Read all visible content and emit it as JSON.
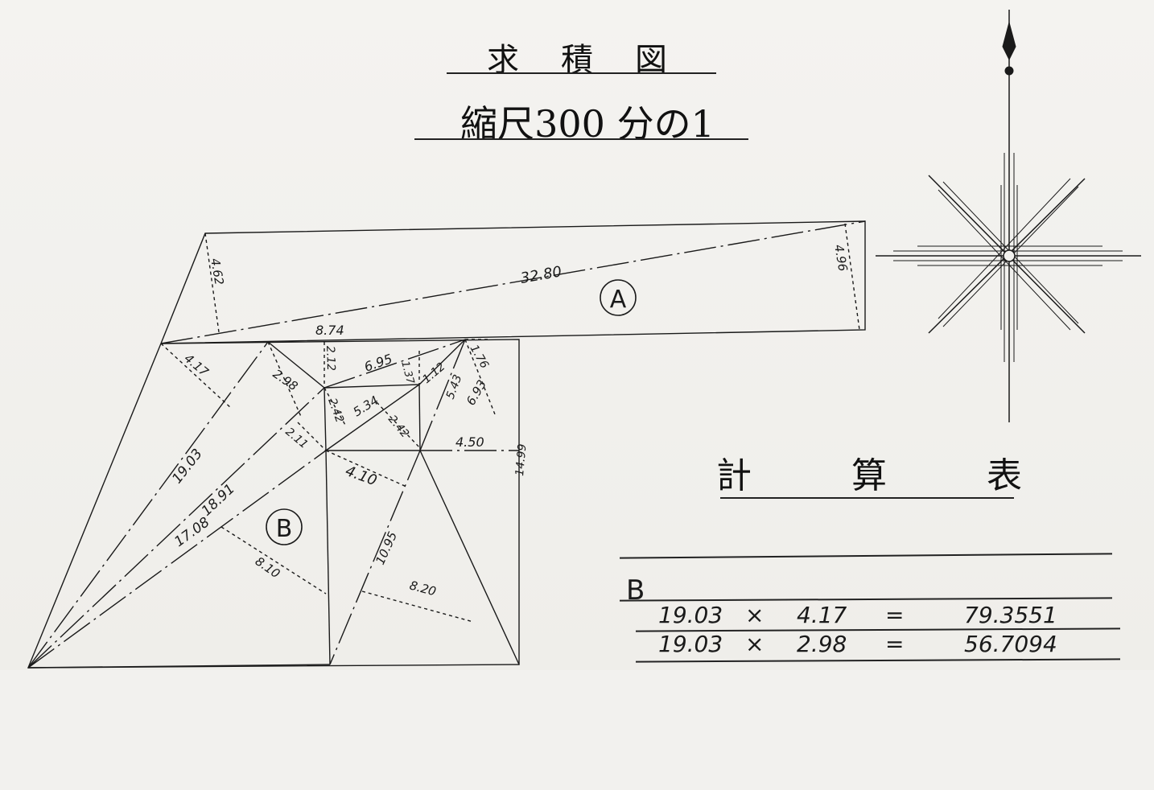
{
  "header": {
    "title": "求　積　図",
    "scale": "縮尺300 分の1"
  },
  "plot": {
    "parcel_labels": {
      "a": "A",
      "b": "B"
    },
    "distances": {
      "d_32_80": "32.80",
      "d_4_62": "4.62",
      "d_4_96": "4.96",
      "d_8_74": "8.74",
      "d_4_17": "4.17",
      "d_2_98": "2.98",
      "d_2_12": "2.12",
      "d_6_95": "6.95",
      "d_1_37": "1.37",
      "d_1_12": "1.12",
      "d_5_43": "5.43",
      "d_1_76": "1.76",
      "d_6_93": "6.93",
      "d_5_34": "5.34",
      "d_2_42a": "2.42",
      "d_2_42b": "2.42",
      "d_2_11": "2.11",
      "d_4_50": "4.50",
      "d_14_99": "14.99",
      "d_4_10": "4.10",
      "d_19_03": "19.03",
      "d_18_91": "18.91",
      "d_17_08": "17.08",
      "d_8_10": "8.10",
      "d_10_95": "10.95",
      "d_8_20": "8.20"
    }
  },
  "calculation": {
    "title": "計　算　表",
    "section_label": "B",
    "rows": [
      {
        "a": "19.03",
        "op": "×",
        "b": "4.17",
        "eq": "=",
        "result": "79.3551"
      },
      {
        "a": "19.03",
        "op": "×",
        "b": "2.98",
        "eq": "=",
        "result": "56.7094"
      }
    ]
  }
}
